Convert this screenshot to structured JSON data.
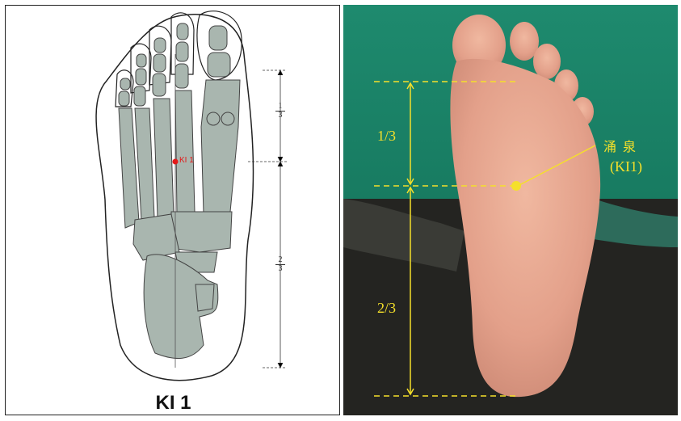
{
  "left": {
    "caption": "KI 1",
    "point_label": "KI 1",
    "frac_upper_num": "1",
    "frac_upper_den": "3",
    "frac_lower_num": "2",
    "frac_lower_den": "3"
  },
  "right": {
    "upper_fraction": "1/3",
    "lower_fraction": "2/3",
    "point_name_cn": "涌 泉",
    "point_code": "(KI1)"
  },
  "colors": {
    "bone_fill": "#a9b6af",
    "point_red": "#e31919",
    "label_yellow": "#f5e02a",
    "background_green": "#1e8a6e"
  }
}
